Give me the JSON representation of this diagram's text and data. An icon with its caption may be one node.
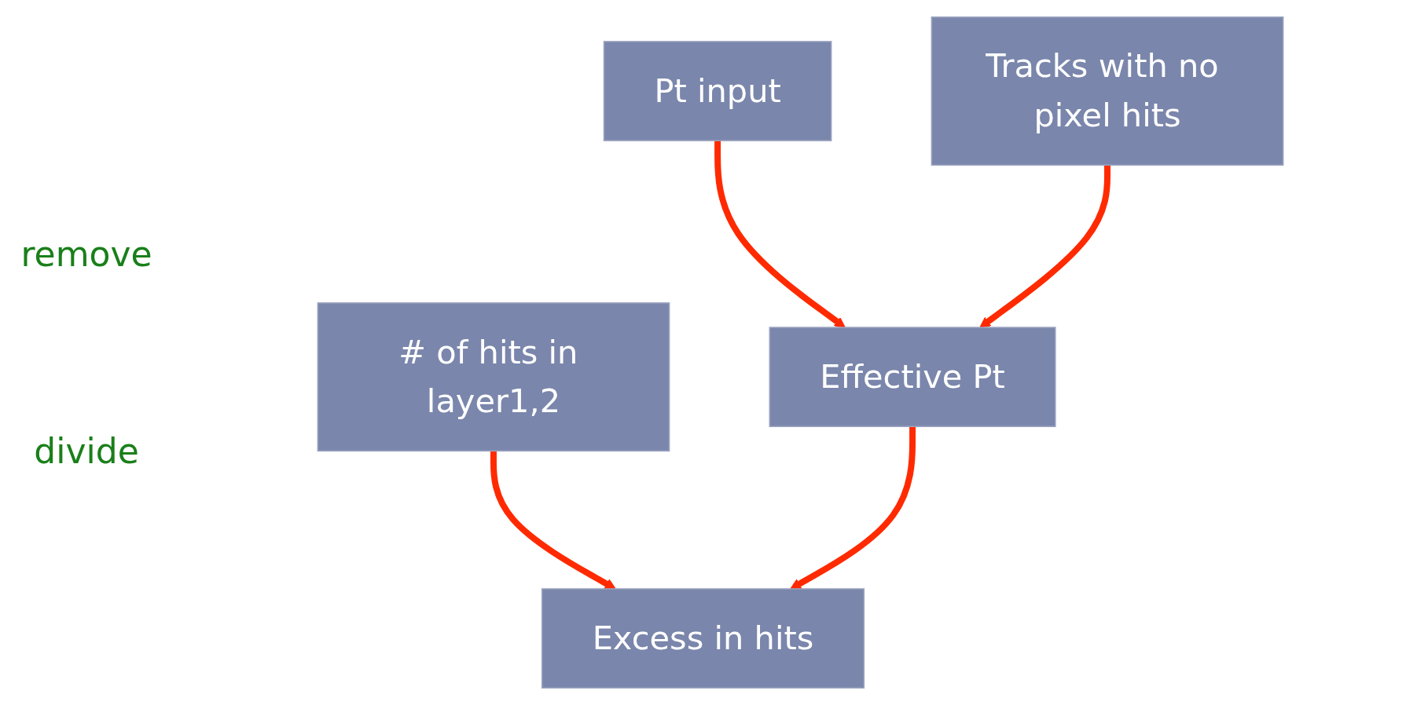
{
  "diagram": {
    "nodes": [
      {
        "text": [
          "Pt input"
        ]
      },
      {
        "text": [
          "Tracks with no pixel hits"
        ]
      },
      {
        "text": [
          "# of hits in layer1,2"
        ]
      },
      {
        "text": [
          "Effective Pt"
        ]
      },
      {
        "text": [
          "Excess in hits"
        ]
      }
    ],
    "edges": [
      {
        "from": 0,
        "to": 3,
        "arrow": "to"
      },
      {
        "from": 1,
        "to": 3,
        "arrow": "to"
      },
      {
        "from": 2,
        "to": 4,
        "arrow": "to"
      },
      {
        "from": 3,
        "to": 4,
        "arrow": "to"
      }
    ],
    "labels": [
      "remove",
      "divide"
    ]
  }
}
